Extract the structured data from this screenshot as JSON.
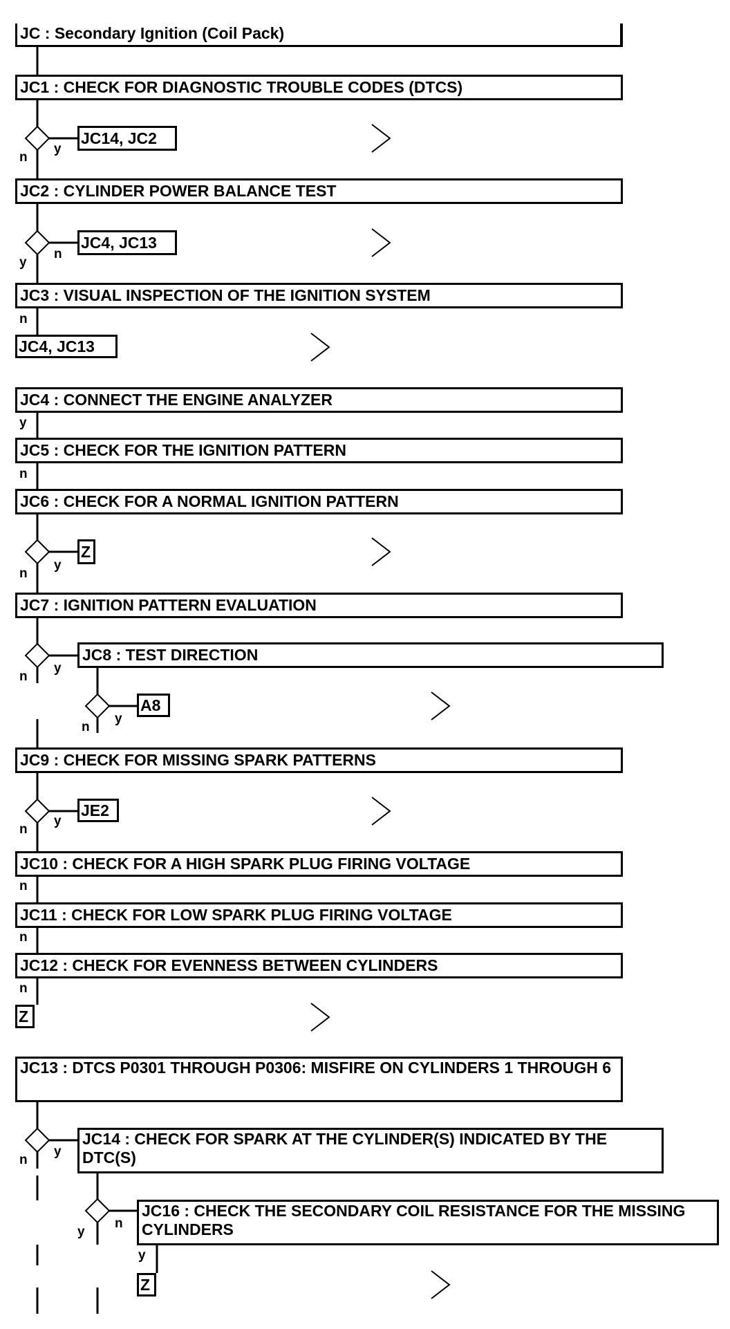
{
  "header": {
    "title": "JC : Secondary Ignition (Coil Pack)"
  },
  "steps": {
    "jc1": "JC1 : CHECK FOR DIAGNOSTIC TROUBLE CODES (DTCS)",
    "jc2": "JC2 : CYLINDER POWER BALANCE TEST",
    "jc3": "JC3 : VISUAL INSPECTION OF THE IGNITION SYSTEM",
    "jc4": "JC4 : CONNECT THE ENGINE ANALYZER",
    "jc5": "JC5 : CHECK FOR THE IGNITION PATTERN",
    "jc6": "JC6 : CHECK FOR A NORMAL IGNITION PATTERN",
    "jc7": "JC7 : IGNITION PATTERN EVALUATION",
    "jc8": "JC8 : TEST DIRECTION",
    "jc9": "JC9 : CHECK FOR MISSING SPARK PATTERNS",
    "jc10": "JC10 : CHECK FOR A HIGH SPARK PLUG FIRING VOLTAGE",
    "jc11": "JC11 : CHECK FOR LOW SPARK PLUG FIRING VOLTAGE",
    "jc12": "JC12 : CHECK FOR EVENNESS BETWEEN CYLINDERS",
    "jc13": "JC13 : DTCS P0301 THROUGH P0306: MISFIRE ON CYLINDERS 1 THROUGH 6",
    "jc14": "JC14 : CHECK FOR SPARK AT THE CYLINDER(S) INDICATED BY THE DTC(S)",
    "jc16": "JC16 : CHECK THE SECONDARY COIL RESISTANCE FOR THE MISSING CYLINDERS"
  },
  "targets": {
    "t1": "JC14, JC2",
    "t2": "JC4, JC13",
    "t3": "JC4, JC13",
    "t4": "Z",
    "t5": "A8",
    "t6": "JE2",
    "t7": "Z",
    "t8": "Z"
  },
  "labels": {
    "yes": "y",
    "no": "n"
  }
}
